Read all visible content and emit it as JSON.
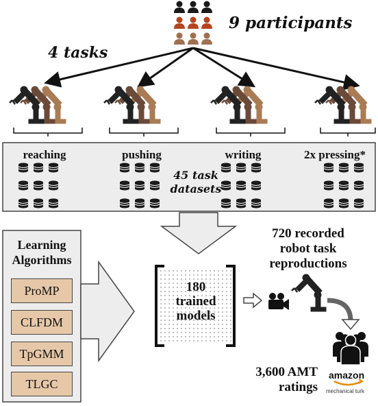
{
  "participants_label": "9 participants",
  "tasks_label": "4 tasks",
  "task_names": [
    "reaching",
    "pushing",
    "writing",
    "2x pressing*"
  ],
  "datasets_label_line1": "45 task",
  "datasets_label_line2": "datasets",
  "algorithms_title_line1": "Learning",
  "algorithms_title_line2": "Algorithms",
  "algorithms": [
    "ProMP",
    "CLFDM",
    "TpGMM",
    "TLGC"
  ],
  "models_line1": "180",
  "models_line2": "trained",
  "models_line3": "models",
  "reproductions_line1": "720 recorded",
  "reproductions_line2": "robot task",
  "reproductions_line3": "reproductions",
  "ratings_line1": "3,600 AMT",
  "ratings_line2": "ratings",
  "amazon_logo_text": "amazon",
  "mturk_logo_text": "mechanical turk",
  "colors": {
    "panel_fill": "#ededed",
    "algo_fill": "#e6c8a8",
    "robot_dark": "#222222",
    "robot_mid": "#6b4a3a",
    "robot_light": "#a97c55"
  }
}
